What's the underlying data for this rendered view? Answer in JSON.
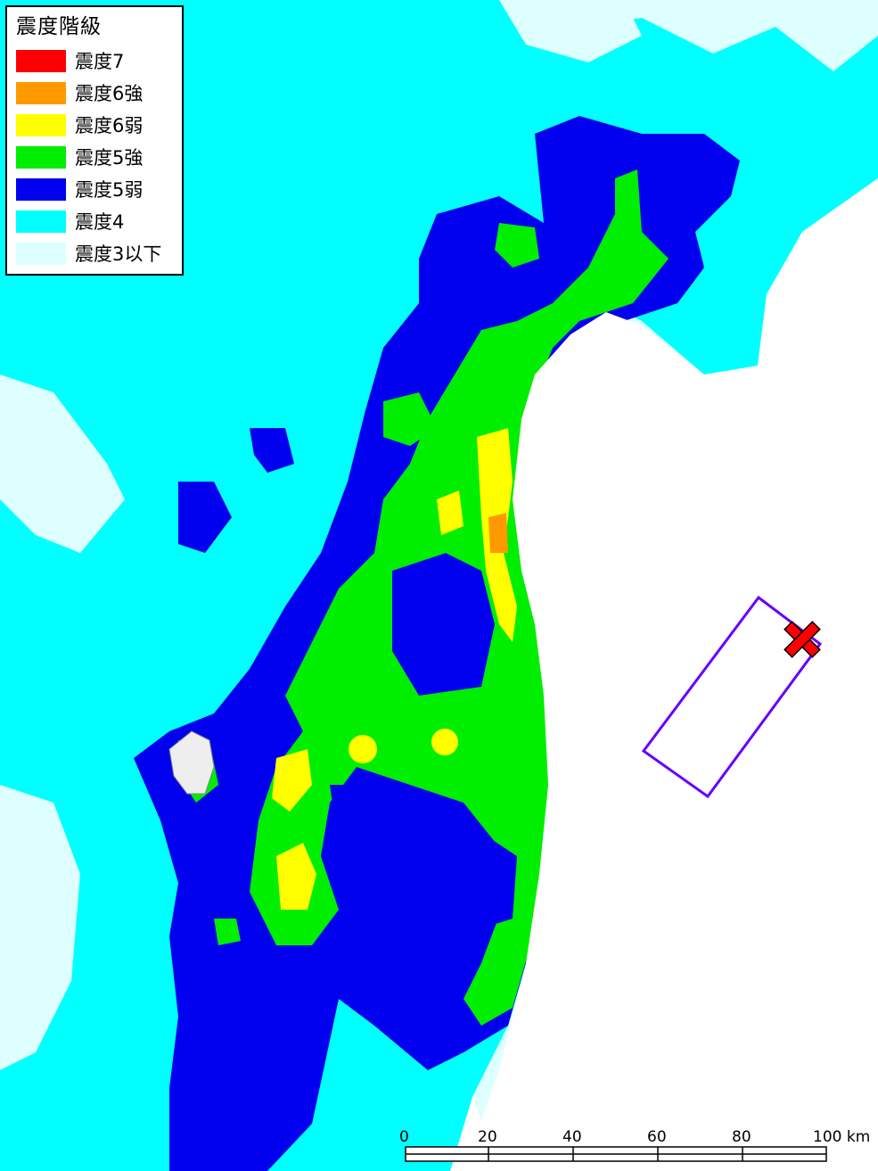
{
  "legend": {
    "title": "震度階級",
    "items": [
      {
        "label": "震度7",
        "color": "#ff0000"
      },
      {
        "label": "震度6強",
        "color": "#ff9900"
      },
      {
        "label": "震度6弱",
        "color": "#ffff00"
      },
      {
        "label": "震度5強",
        "color": "#00ee00"
      },
      {
        "label": "震度5弱",
        "color": "#0000ee"
      },
      {
        "label": "震度4",
        "color": "#00ffff"
      },
      {
        "label": "震度3以下",
        "color": "#ddffff"
      }
    ]
  },
  "scale_bar": {
    "labels": [
      "0",
      "20",
      "40",
      "60",
      "80",
      "100 km"
    ]
  },
  "epicenter": {
    "icon": "x-mark-icon",
    "color": "#ff0000"
  },
  "fault_plane": {
    "color": "#6600ff"
  },
  "colors": {
    "sea": "#ffffff",
    "out_of_area": "#eeeeee"
  }
}
